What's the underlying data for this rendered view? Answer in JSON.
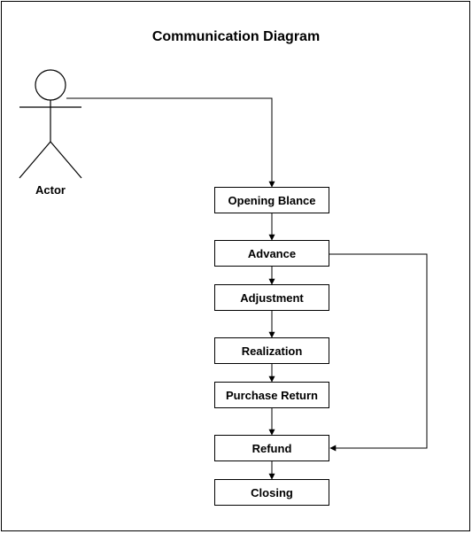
{
  "diagram": {
    "title": "Communication Diagram",
    "actor": {
      "label": "Actor"
    },
    "nodes": [
      {
        "id": "opening",
        "label": "Opening Blance"
      },
      {
        "id": "advance",
        "label": "Advance"
      },
      {
        "id": "adjustment",
        "label": "Adjustment"
      },
      {
        "id": "realization",
        "label": "Realization"
      },
      {
        "id": "purchase-return",
        "label": "Purchase Return"
      },
      {
        "id": "refund",
        "label": "Refund"
      },
      {
        "id": "closing",
        "label": "Closing"
      }
    ],
    "edges": [
      {
        "from": "actor",
        "to": "opening"
      },
      {
        "from": "opening",
        "to": "advance"
      },
      {
        "from": "advance",
        "to": "adjustment"
      },
      {
        "from": "adjustment",
        "to": "realization"
      },
      {
        "from": "realization",
        "to": "purchase-return"
      },
      {
        "from": "purchase-return",
        "to": "refund"
      },
      {
        "from": "advance",
        "to": "refund"
      },
      {
        "from": "refund",
        "to": "closing"
      }
    ]
  }
}
